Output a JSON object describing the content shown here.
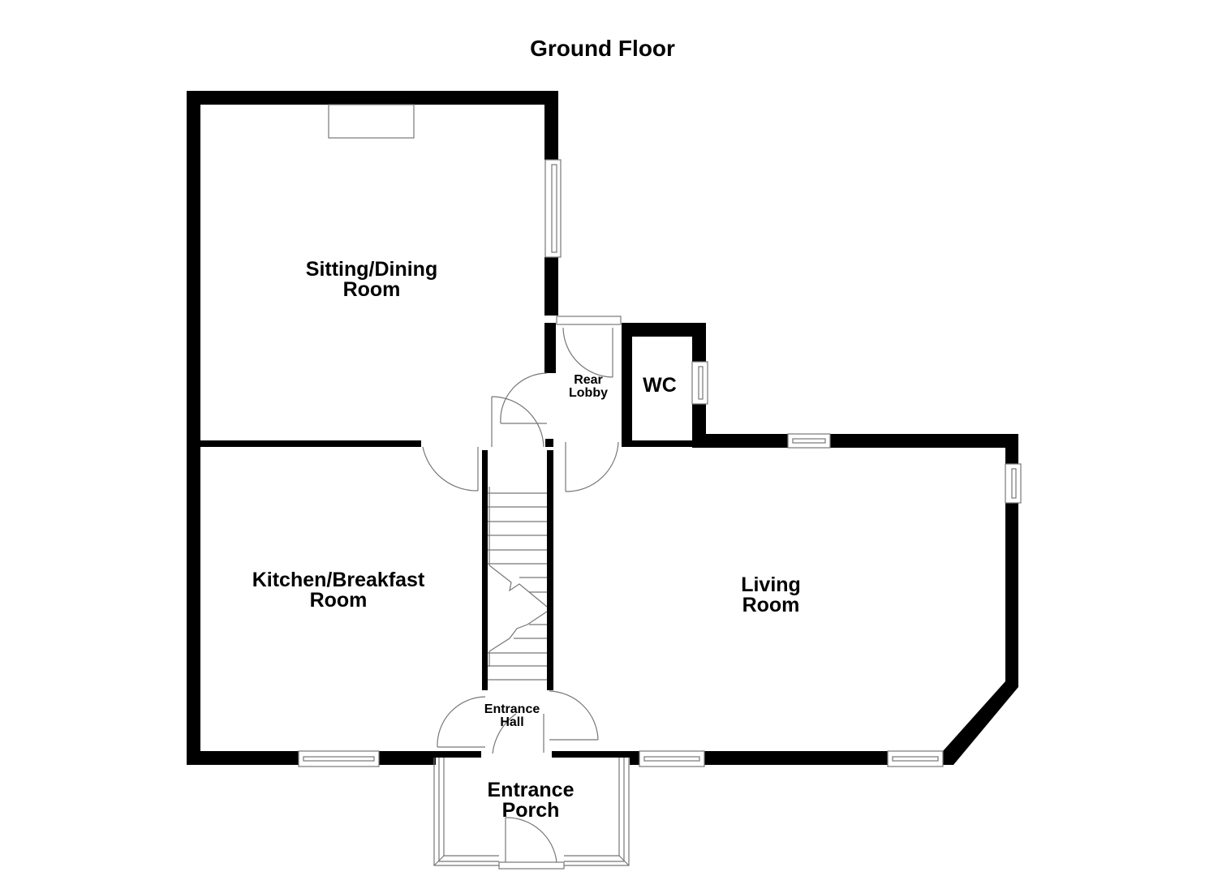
{
  "title": "Ground Floor",
  "colors": {
    "wall": "#000000",
    "fixture_line": "#777777",
    "background": "#ffffff"
  },
  "rooms": {
    "sitting_dining": {
      "line1": "Sitting/Dining",
      "line2": "Room"
    },
    "rear_lobby": {
      "line1": "Rear",
      "line2": "Lobby"
    },
    "wc": {
      "line1": "WC"
    },
    "kitchen_breakfast": {
      "line1": "Kitchen/Breakfast",
      "line2": "Room"
    },
    "living": {
      "line1": "Living",
      "line2": "Room"
    },
    "entrance_hall": {
      "line1": "Entrance",
      "line2": "Hall"
    },
    "entrance_porch": {
      "line1": "Entrance",
      "line2": "Porch"
    }
  },
  "fixtures": [
    "fireplace",
    "staircase",
    "windows",
    "doors"
  ]
}
